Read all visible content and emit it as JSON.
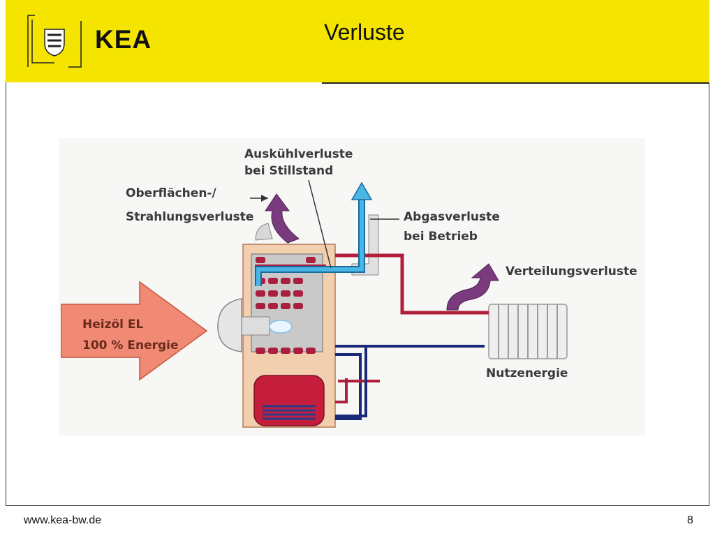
{
  "header": {
    "logo_text": "KEA",
    "title": "Verluste",
    "colors": {
      "header_bg": "#f5e400",
      "accent_red": "#b01e3c",
      "arrow_purple": "#7a3b7e",
      "arrow_blue": "#3aa6d8",
      "fuel_arrow": "#f08a74"
    }
  },
  "diagram": {
    "labels": {
      "auskuehl_1": "Auskühlverluste",
      "auskuehl_2": "bei Stillstand",
      "oberflaechen_1": "Oberflächen-/",
      "oberflaechen_2": "Strahlungsverluste",
      "abgas_1": "Abgasverluste",
      "abgas_2": "bei Betrieb",
      "verteilung": "Verteilungsverluste",
      "heizoel_1": "Heizöl EL",
      "heizoel_2": "100 % Energie",
      "nutzenergie": "Nutzenergie"
    }
  },
  "footer": {
    "url": "www.kea-bw.de",
    "page": "8"
  }
}
